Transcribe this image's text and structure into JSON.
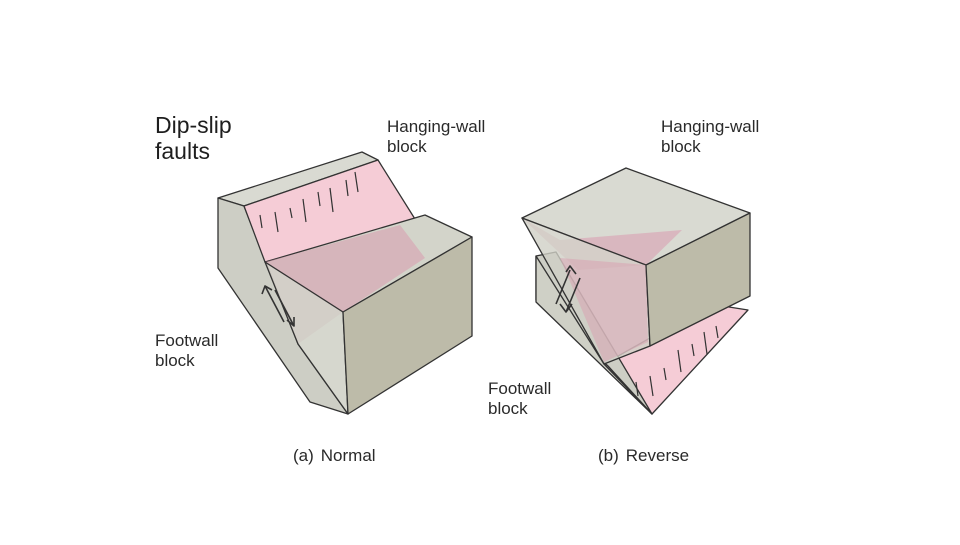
{
  "title": {
    "line1": "Dip-slip",
    "line2": "faults"
  },
  "panels": [
    {
      "letter": "(a)",
      "caption": "Normal",
      "hanging_wall": {
        "line1": "Hanging-wall",
        "line2": "block"
      },
      "footwall": {
        "line1": "Footwall",
        "line2": "block"
      }
    },
    {
      "letter": "(b)",
      "caption": "Reverse",
      "hanging_wall": {
        "line1": "Hanging-wall",
        "line2": "block"
      },
      "footwall": {
        "line1": "Footwall",
        "line2": "block"
      }
    }
  ],
  "colors": {
    "block_top": "#d5d6cd",
    "block_side": "#bdbba9",
    "block_front": "#cfd0c6",
    "fault_plane": "#f3cdd4",
    "fault_plane_transparent": "#dca3b3",
    "outline": "#333333"
  }
}
